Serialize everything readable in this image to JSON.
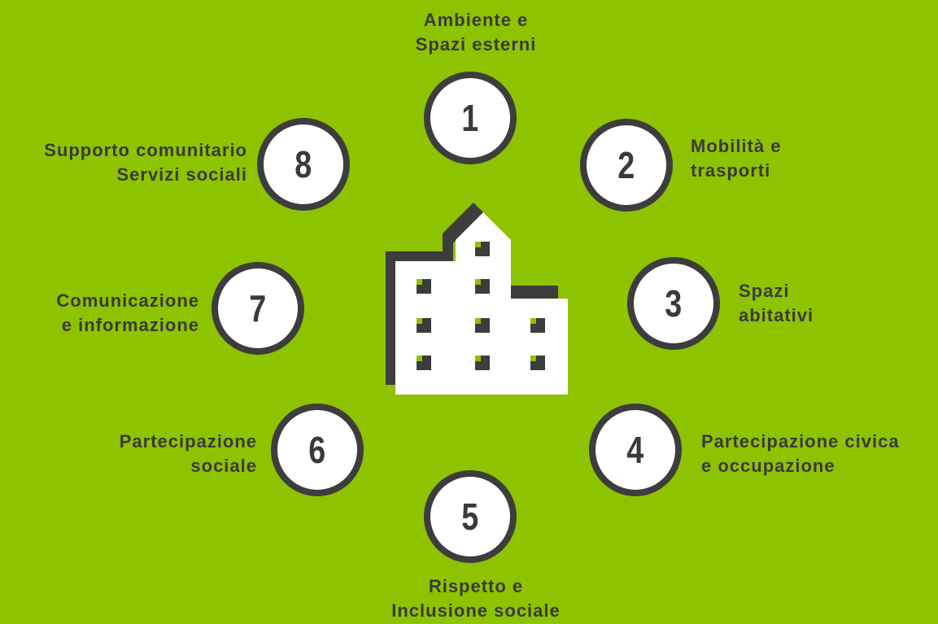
{
  "colors": {
    "background": "#8dc300",
    "ring": "#3d3d3d",
    "text": "#3a3a3a",
    "window_accent": "#8dc300"
  },
  "center_icon": "building-icon",
  "items": [
    {
      "number": "1",
      "line1": "Ambiente e",
      "line2": "Spazi esterni"
    },
    {
      "number": "2",
      "line1": "Mobilità e",
      "line2": "trasporti"
    },
    {
      "number": "3",
      "line1": "Spazi",
      "line2": "abitativi"
    },
    {
      "number": "4",
      "line1": "Partecipazione civica",
      "line2": "e occupazione"
    },
    {
      "number": "5",
      "line1": "Rispetto e",
      "line2": "Inclusione sociale"
    },
    {
      "number": "6",
      "line1": "Partecipazione",
      "line2": "sociale"
    },
    {
      "number": "7",
      "line1": "Comunicazione",
      "line2": "e informazione"
    },
    {
      "number": "8",
      "line1": "Supporto comunitario",
      "line2": "Servizi sociali"
    }
  ]
}
